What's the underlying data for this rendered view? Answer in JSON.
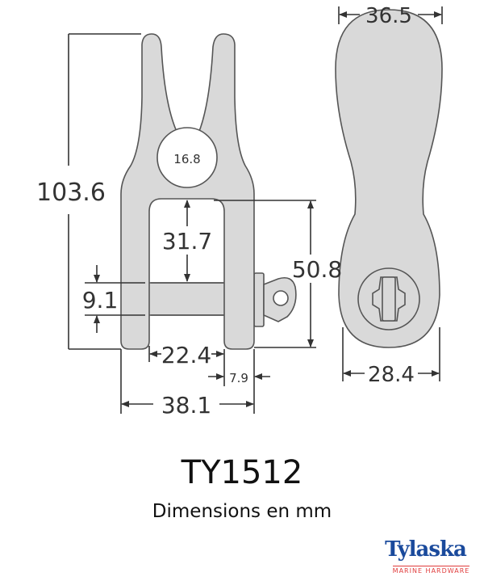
{
  "dimensions": {
    "overall_height": "103.6",
    "top_width": "36.5",
    "sheave_hole": "16.8",
    "inside_height": "31.7",
    "pin_to_base": "50.8",
    "pin_diameter": "9.1",
    "inside_width": "22.4",
    "leg_width": "7.9",
    "overall_width": "38.1",
    "side_bottom_width": "28.4"
  },
  "title": "TY1512",
  "subtitle": "Dimensions en mm",
  "logo": {
    "name": "Tylaska",
    "tagline": "MARINE HARDWARE"
  },
  "colors": {
    "part": "#d9d9d9",
    "logo_blue": "#1a4a9c",
    "logo_red": "#e03c3c"
  }
}
